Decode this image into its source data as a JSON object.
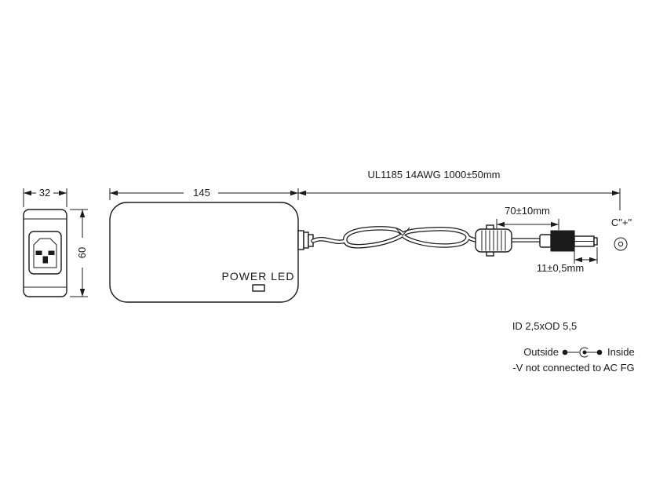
{
  "diagram": {
    "side_view": {
      "width_dim": "32",
      "height_dim": "60"
    },
    "top_view": {
      "length_dim": "145",
      "power_led_label": "POWER LED"
    },
    "cable": {
      "spec": "UL1185 14AWG 1000±50mm"
    },
    "plug": {
      "ferrite_offset_dim": "70±10mm",
      "barrel_length_dim": "11±0,5mm",
      "tip_polarity_label": "C\"+\"",
      "size_note": "ID 2,5xOD 5,5"
    },
    "polarity": {
      "outside_label": "Outside",
      "inside_label": "Inside",
      "ground_note": "-V not connected to AC FG"
    }
  }
}
